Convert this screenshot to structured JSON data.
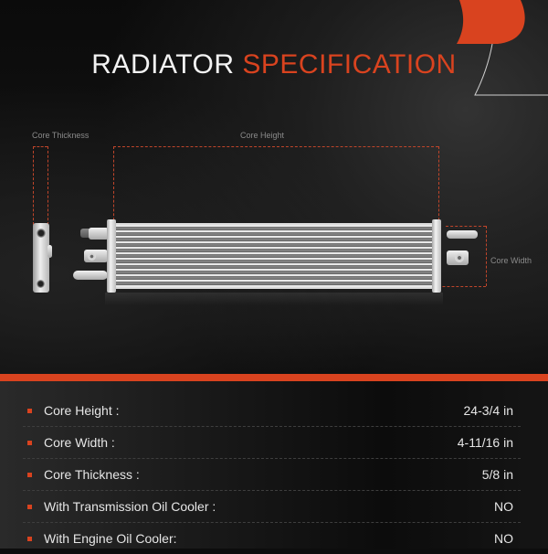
{
  "title": {
    "white_part": "RADIATOR",
    "accent_part": "SPECIFICATION"
  },
  "colors": {
    "accent": "#d9431f",
    "background": "#0d0d0d",
    "text": "#e6e6e6",
    "dim_label": "#8a8a8a"
  },
  "diagram": {
    "labels": {
      "core_thickness": "Core Thickness",
      "core_height": "Core Height",
      "core_width": "Core Width"
    }
  },
  "specs": [
    {
      "label": "Core Height :",
      "value": "24-3/4 in"
    },
    {
      "label": "Core Width :",
      "value": "4-11/16 in"
    },
    {
      "label": "Core Thickness :",
      "value": "5/8 in"
    },
    {
      "label": "With Transmission Oil Cooler :",
      "value": "NO"
    },
    {
      "label": "With Engine Oil Cooler:",
      "value": "NO"
    }
  ]
}
